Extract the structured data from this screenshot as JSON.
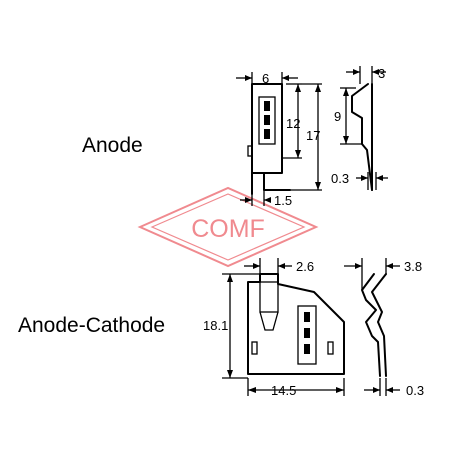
{
  "labels": {
    "anode": "Anode",
    "anode_cathode": "Anode-Cathode"
  },
  "watermark": {
    "text": "COMF",
    "color": "#f08a8f"
  },
  "anode_dims": {
    "width": "6",
    "thickness_top": "3",
    "height_inner": "12",
    "height_total": "17",
    "spring_height": "9",
    "tab": "1.5",
    "thickness": "0.3"
  },
  "anode_cathode_dims": {
    "tab_width": "2.6",
    "depth": "3.8",
    "height": "18.1",
    "width": "14.5",
    "thickness": "0.3"
  }
}
